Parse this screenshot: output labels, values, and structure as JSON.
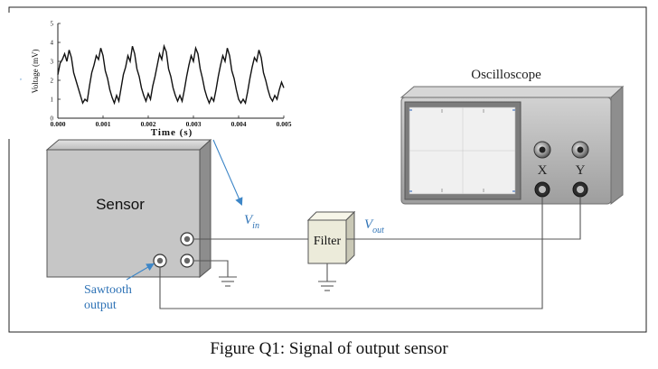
{
  "figure": {
    "caption": "Figure Q1: Signal of output sensor"
  },
  "plot": {
    "ylabel": "Voltage (mV)",
    "xlabel": "Time (s)",
    "x_ticks": [
      "0.000",
      "0.001",
      "0.002",
      "0.003",
      "0.004",
      "0.005"
    ],
    "y_ticks": [
      "0",
      "1",
      "2",
      "3",
      "4",
      "5"
    ]
  },
  "chart_data": {
    "type": "line",
    "title": "",
    "xlabel": "Time (s)",
    "ylabel": "Voltage (mV)",
    "xlim": [
      0,
      0.005
    ],
    "ylim": [
      0,
      5
    ],
    "series": [
      {
        "x": [
          0.0,
          5e-05,
          0.0001,
          0.00015,
          0.0002,
          0.00025,
          0.0003,
          0.00035,
          0.0004,
          0.00045,
          0.0005,
          0.00055,
          0.0006,
          0.00065,
          0.0007,
          0.00075,
          0.0008,
          0.00085,
          0.0009,
          0.00095,
          0.001,
          0.00105,
          0.0011,
          0.00115,
          0.0012,
          0.00125,
          0.0013,
          0.00135,
          0.0014,
          0.00145,
          0.0015,
          0.00155,
          0.0016,
          0.00165,
          0.0017,
          0.00175,
          0.0018,
          0.00185,
          0.0019,
          0.00195,
          0.002,
          0.00205,
          0.0021,
          0.00215,
          0.0022,
          0.00225,
          0.0023,
          0.00235,
          0.0024,
          0.00245,
          0.0025,
          0.00255,
          0.0026,
          0.00265,
          0.0027,
          0.00275,
          0.0028,
          0.00285,
          0.0029,
          0.00295,
          0.003,
          0.00305,
          0.0031,
          0.00315,
          0.0032,
          0.00325,
          0.0033,
          0.00335,
          0.0034,
          0.00345,
          0.0035,
          0.00355,
          0.0036,
          0.00365,
          0.0037,
          0.00375,
          0.0038,
          0.00385,
          0.0039,
          0.00395,
          0.004,
          0.00405,
          0.0041,
          0.00415,
          0.0042,
          0.00425,
          0.0043,
          0.00435,
          0.0044,
          0.00445,
          0.0045,
          0.00455,
          0.0046,
          0.00465,
          0.0047,
          0.00475,
          0.0048,
          0.00485,
          0.0049,
          0.00495,
          0.005
        ],
        "values": [
          2.3,
          2.9,
          3.1,
          3.4,
          3.0,
          3.6,
          3.2,
          2.4,
          2.0,
          1.6,
          1.2,
          0.8,
          1.0,
          0.9,
          1.7,
          2.4,
          2.8,
          3.3,
          3.1,
          3.7,
          3.3,
          2.5,
          2.1,
          1.5,
          1.1,
          0.8,
          1.2,
          0.9,
          1.6,
          2.3,
          2.7,
          3.3,
          3.0,
          3.8,
          3.4,
          2.6,
          2.2,
          1.6,
          1.2,
          0.9,
          1.3,
          1.0,
          1.7,
          2.2,
          2.8,
          3.4,
          3.1,
          3.8,
          3.5,
          2.6,
          2.2,
          1.6,
          1.2,
          0.9,
          1.2,
          0.9,
          1.5,
          2.2,
          2.8,
          3.3,
          3.0,
          3.7,
          3.4,
          2.6,
          2.1,
          1.5,
          1.1,
          0.8,
          1.1,
          0.9,
          1.5,
          2.2,
          2.8,
          3.3,
          3.0,
          3.7,
          3.3,
          2.5,
          2.1,
          1.5,
          1.0,
          0.8,
          1.0,
          0.8,
          1.4,
          2.1,
          2.7,
          3.2,
          3.0,
          3.6,
          3.2,
          2.4,
          2.0,
          1.5,
          1.1,
          0.9,
          1.2,
          1.0,
          1.5,
          1.9,
          1.6
        ]
      }
    ],
    "grid": false
  },
  "labels": {
    "oscilloscope": "Oscilloscope",
    "x_channel": "X",
    "y_channel": "Y",
    "sensor": "Sensor",
    "filter": "Filter",
    "vin": "V",
    "vin_sub": "in",
    "vout": "V",
    "vout_sub": "out",
    "sawtooth_line1": "Sawtooth",
    "sawtooth_line2": "output"
  },
  "colors": {
    "wire": "#555555",
    "blue_label": "#2f73b6",
    "arrow_blue": "#3d86c7",
    "sensor_fill": "#c9c9c9",
    "filter_fill": "#efeedd",
    "scope_body": "#b9b9b9",
    "scope_screen": "#ededed"
  }
}
